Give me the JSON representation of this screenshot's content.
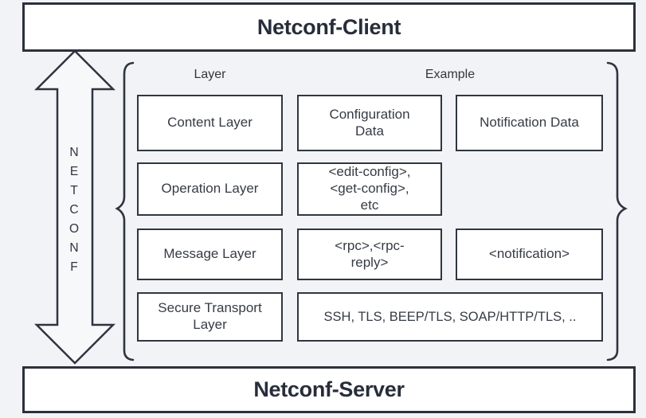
{
  "client_box": {
    "label": "Netconf-Client"
  },
  "server_box": {
    "label": "Netconf-Server"
  },
  "arrow": {
    "label": "NETCONF"
  },
  "table": {
    "headers": {
      "layer": "Layer",
      "example": "Example"
    },
    "rows": [
      {
        "layer": "Content Layer",
        "examples": [
          "Configuration Data",
          "Notification Data"
        ]
      },
      {
        "layer": "Operation Layer",
        "examples": [
          "<edit-config>, <get-config>, etc"
        ]
      },
      {
        "layer": "Message Layer",
        "examples": [
          "<rpc>,<rpc-reply>",
          "<notification>"
        ]
      },
      {
        "layer": "Secure Transport Layer",
        "examples": [
          "SSH, TLS, BEEP/TLS, SOAP/HTTP/TLS, .."
        ]
      }
    ]
  },
  "colors": {
    "background": "#f2f3f6",
    "box_fill": "#ffffff",
    "border": "#2f3640",
    "text": "#363b45"
  }
}
